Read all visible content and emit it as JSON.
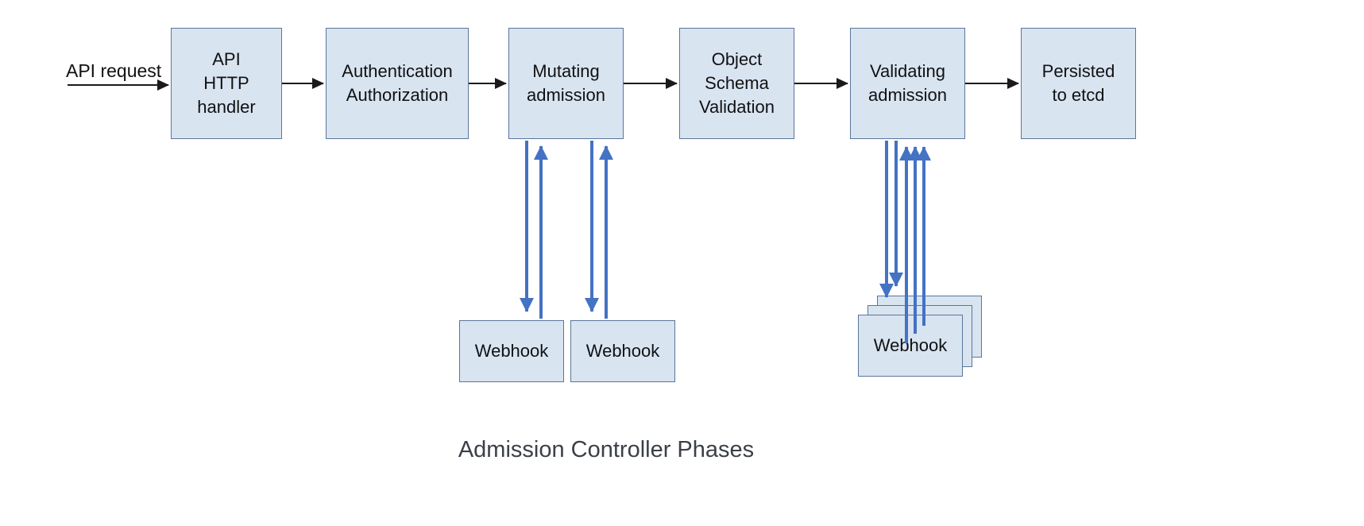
{
  "diagram": {
    "title": "Admission Controller Phases",
    "start_label": "API request",
    "nodes": [
      {
        "label": "API\nHTTP\nhandler"
      },
      {
        "label": "Authentication\nAuthorization"
      },
      {
        "label": "Mutating\nadmission"
      },
      {
        "label": "Object\nSchema\nValidation"
      },
      {
        "label": "Validating\nadmission"
      },
      {
        "label": "Persisted\nto etcd"
      }
    ],
    "webhooks": {
      "mutating": [
        "Webhook",
        "Webhook"
      ],
      "validating": [
        "Webhook"
      ]
    },
    "colors": {
      "node_fill": "#d9e4f1",
      "node_border": "#5a7699",
      "flow_arrow": "#1a1a1a",
      "webhook_arrow": "#4472c4"
    }
  }
}
